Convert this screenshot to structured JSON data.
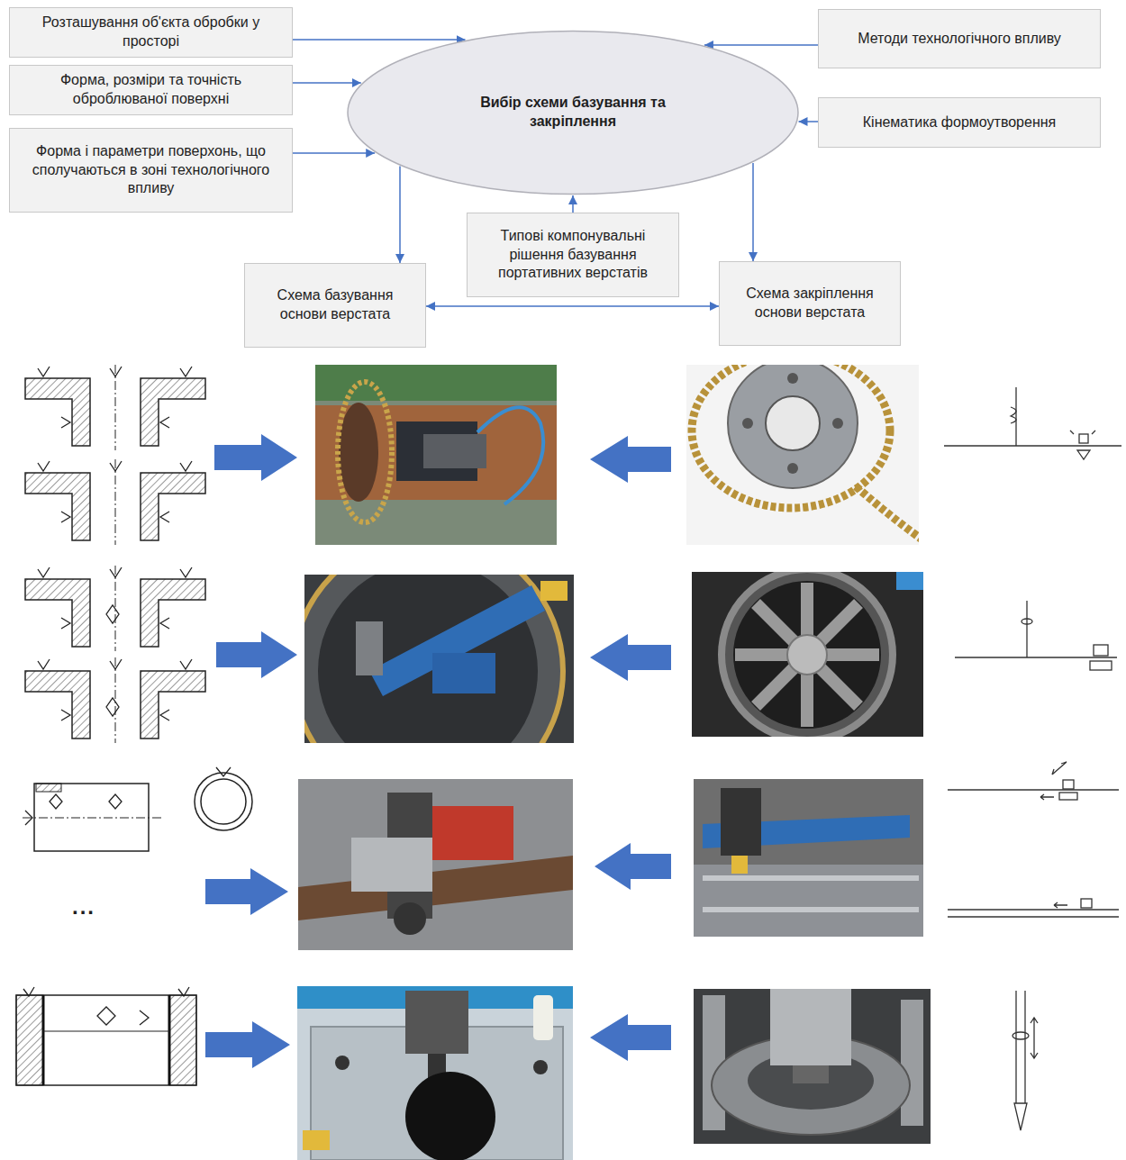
{
  "diagram": {
    "nodes": [
      {
        "text": [
          "Розташування об'єкта обробки у просторі"
        ]
      },
      {
        "text": [
          "Форма, розміри та точність оброблюваної поверхні"
        ]
      },
      {
        "text": [
          "Форма і параметри поверхонь, що сполучаються в зоні технологічного впливу"
        ]
      },
      {
        "text": [
          "Вибір схеми базування та закріплення"
        ]
      },
      {
        "text": [
          "Методи технологічного впливу"
        ]
      },
      {
        "text": [
          "Кінематика формоутворення"
        ]
      },
      {
        "text": [
          "Типові компонувальні рішення базування портативних верстатів"
        ]
      },
      {
        "text": [
          "Схема базування основи верстата"
        ]
      },
      {
        "text": [
          "Схема закріплення основи верстата"
        ]
      }
    ],
    "edges": [
      {
        "from": 0,
        "to": 3,
        "arrow": "to"
      },
      {
        "from": 1,
        "to": 3,
        "arrow": "to"
      },
      {
        "from": 2,
        "to": 3,
        "arrow": "to"
      },
      {
        "from": 4,
        "to": 3,
        "arrow": "to"
      },
      {
        "from": 5,
        "to": 3,
        "arrow": "to"
      },
      {
        "from": 6,
        "to": 3,
        "arrow": "to"
      },
      {
        "from": 3,
        "to": 7,
        "arrow": "to"
      },
      {
        "from": 3,
        "to": 8,
        "arrow": "to"
      },
      {
        "from": 7,
        "to": 8,
        "arrow": "both"
      }
    ],
    "labels": [
      "..."
    ]
  }
}
